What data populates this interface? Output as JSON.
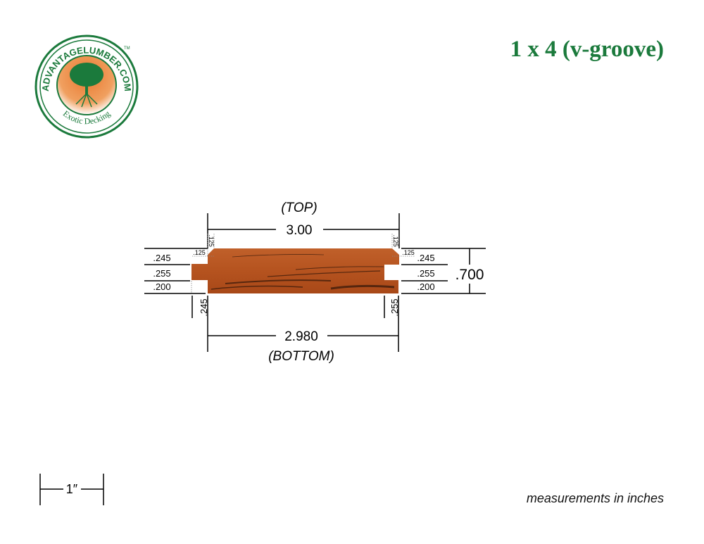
{
  "title": "1 x 4 (v-groove)",
  "logo": {
    "brand": "ADVANTAGELUMBER.COM",
    "tagline": "Exotic Decking",
    "tm": "TM"
  },
  "colors": {
    "brand_green": "#1b7a3c",
    "orange": "#e8772e",
    "wood": "#b5531f"
  },
  "diagram": {
    "top_label": "(TOP)",
    "bottom_label": "(BOTTOM)",
    "top_width": "3.00",
    "bottom_width": "2.980",
    "thickness": ".700",
    "left": {
      "upper": ".245",
      "middle": ".255",
      "lower": ".200",
      "chamfer_h": ".125",
      "chamfer_v": ".125",
      "tongue_depth": ".245"
    },
    "right": {
      "upper": ".245",
      "middle": ".255",
      "lower": ".200",
      "chamfer_h": ".125",
      "chamfer_v": ".125",
      "groove_depth": ".255"
    }
  },
  "scale": {
    "label": "1″"
  },
  "footer_note": "measurements in inches"
}
